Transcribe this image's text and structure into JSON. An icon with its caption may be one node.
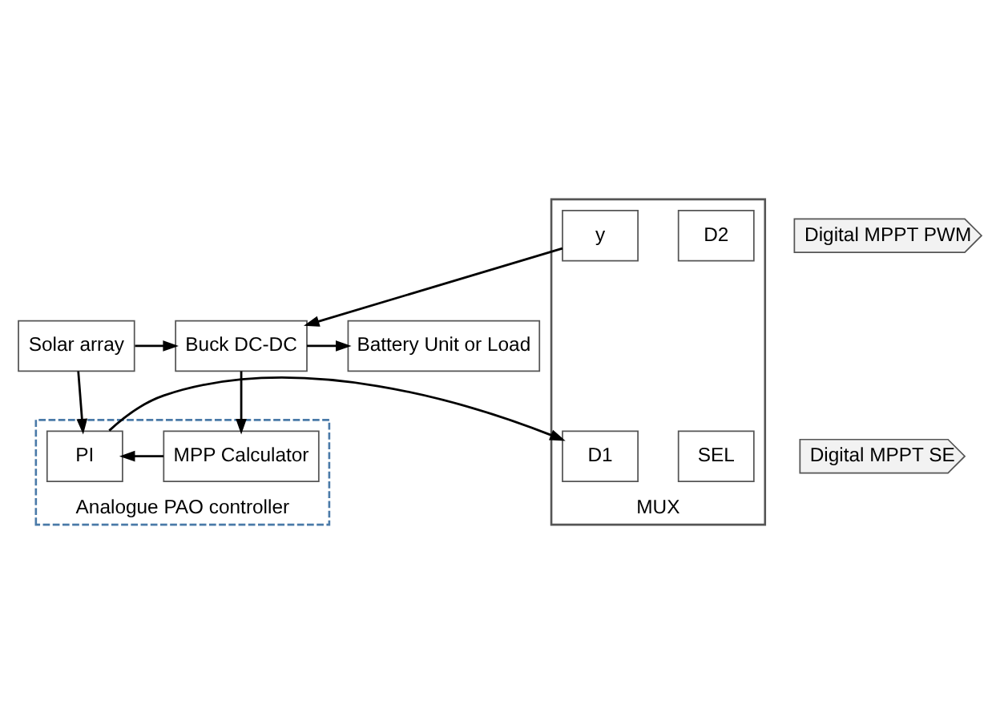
{
  "diagram": {
    "nodes": [
      {
        "text": [
          "Solar array"
        ]
      },
      {
        "text": [
          "Buck DC-DC"
        ]
      },
      {
        "text": [
          "Battery Unit or Load"
        ]
      },
      {
        "text": [
          "Digital MPPT PWM"
        ]
      },
      {
        "text": [
          "Digital MPPT SE"
        ]
      },
      {
        "text": [
          "MUX"
        ]
      },
      {
        "text": [
          "D2"
        ],
        "in": 5
      },
      {
        "text": [
          "y"
        ],
        "in": 5
      },
      {
        "text": [
          "SEL"
        ],
        "in": 5
      },
      {
        "text": [
          "D1"
        ],
        "in": 5
      },
      {
        "text": [
          "Analogue PAO controller"
        ]
      },
      {
        "text": [
          "PI"
        ],
        "in": 10
      },
      {
        "text": [
          "MPP Calculator"
        ],
        "in": 10
      }
    ],
    "edges": [
      {
        "from": 0,
        "to": 1,
        "arrow": "to"
      },
      {
        "from": 1,
        "to": 2,
        "arrow": "to"
      },
      {
        "from": 0,
        "to": 11,
        "arrow": "to"
      },
      {
        "from": 1,
        "to": 12,
        "arrow": "to"
      },
      {
        "from": 7,
        "to": 1,
        "arrow": "to"
      },
      {
        "from": 12,
        "to": 11,
        "arrow": "to"
      },
      {
        "from": 11,
        "to": 9,
        "arrow": "to"
      }
    ]
  }
}
